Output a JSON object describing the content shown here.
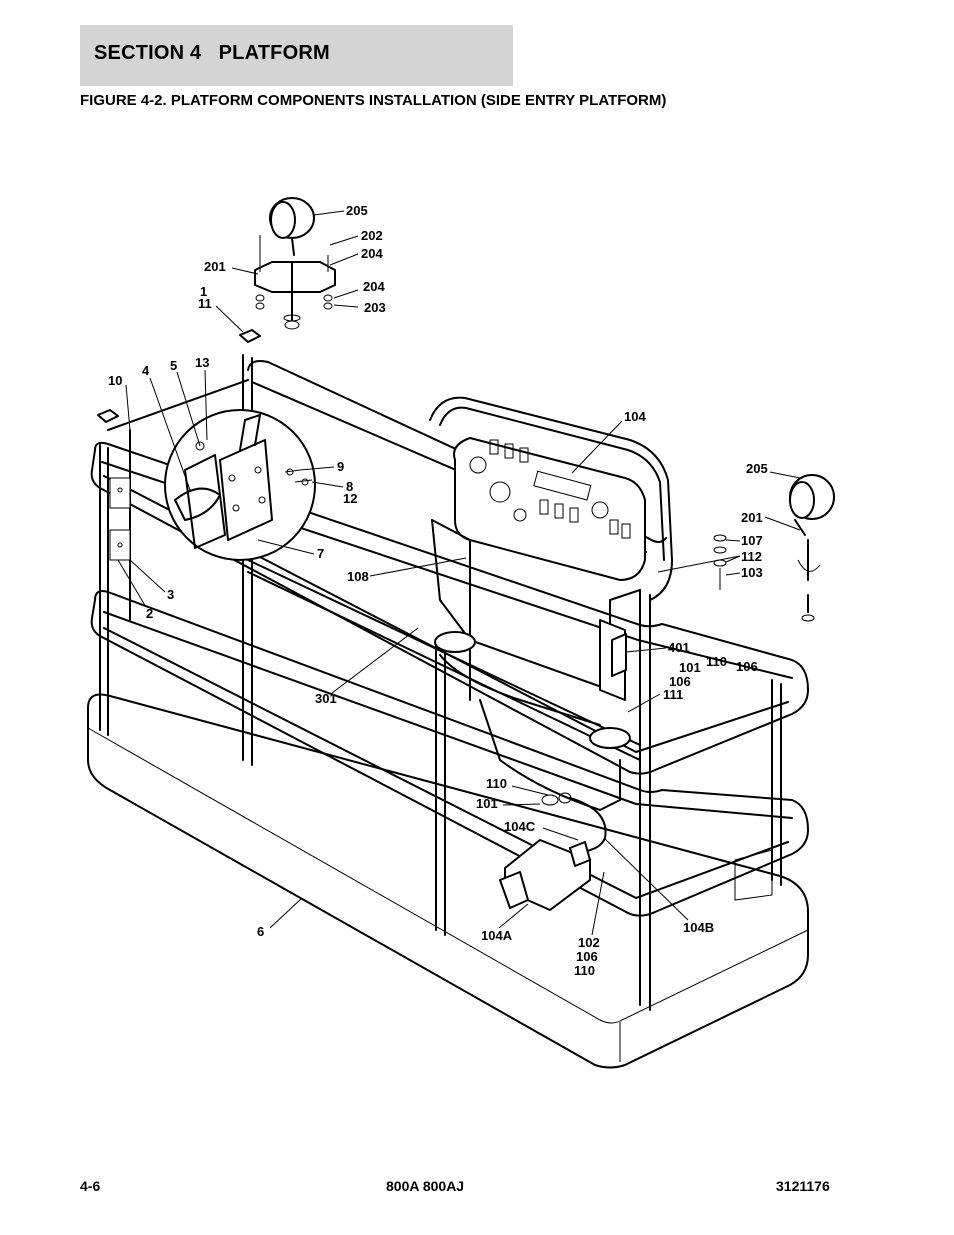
{
  "header": {
    "section_title": "SECTION 4   PLATFORM",
    "figure_title": "FIGURE 4-2. PLATFORM COMPONENTS INSTALLATION (SIDE ENTRY PLATFORM)"
  },
  "callouts": {
    "c205a": "205",
    "c202": "202",
    "c204a": "204",
    "c201a": "201",
    "c204b": "204",
    "c203": "203",
    "c1": "1",
    "c11": "11",
    "c10": "10",
    "c4": "4",
    "c5": "5",
    "c13": "13",
    "c9": "9",
    "c8": "8",
    "c12": "12",
    "c7": "7",
    "c3": "3",
    "c2": "2",
    "c108": "108",
    "c301": "301",
    "c104": "104",
    "c205b": "205",
    "c201b": "201",
    "c107": "107",
    "c112": "112",
    "c103": "103",
    "c401": "401",
    "c101a": "101",
    "c110a": "110",
    "c106a": "106",
    "c106b": "106",
    "c111": "111",
    "c110b": "110",
    "c101b": "101",
    "c104C": "104C",
    "c6": "6",
    "c104A": "104A",
    "c104B": "104B",
    "c102": "102",
    "c106c": "106",
    "c110c": "110"
  },
  "footer": {
    "page": "4-6",
    "model": "800A 800AJ",
    "part_number": "3121176"
  }
}
